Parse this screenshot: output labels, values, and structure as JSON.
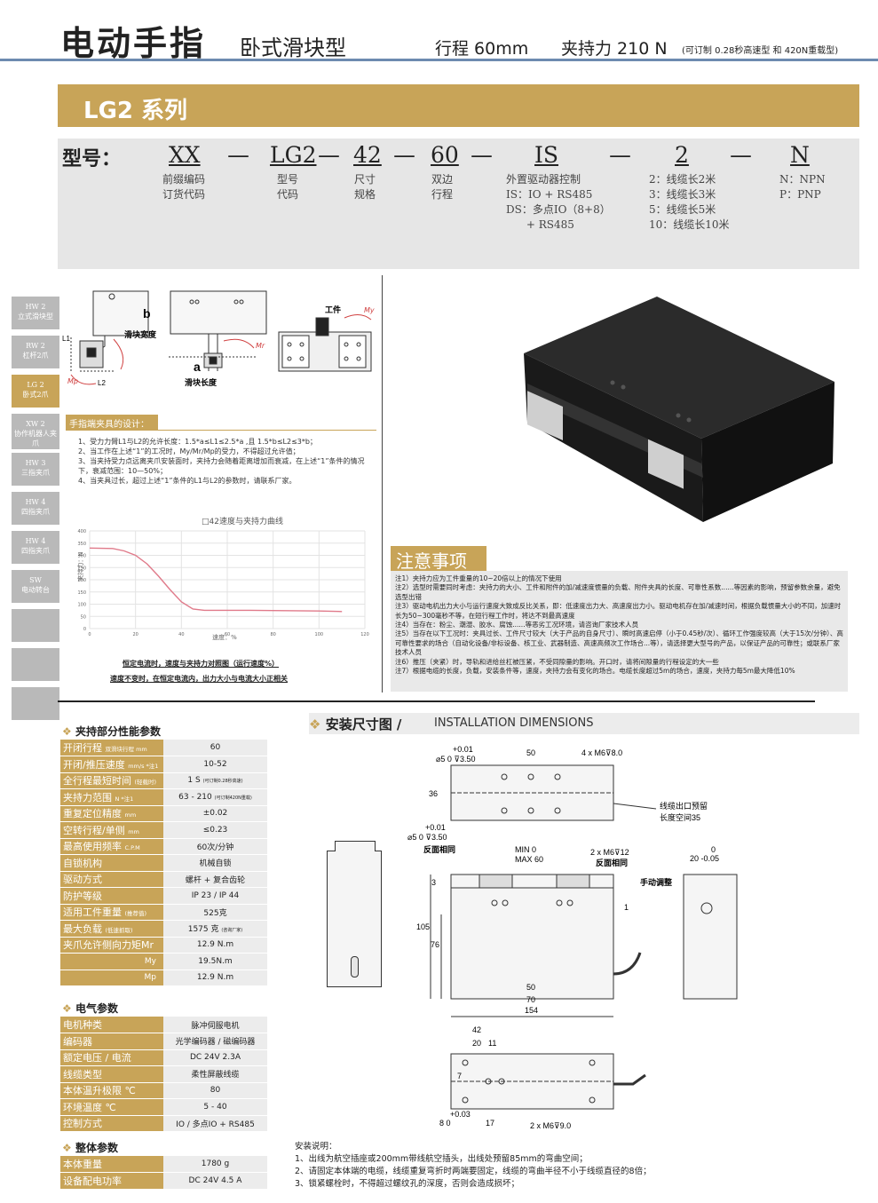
{
  "header": {
    "title": "电动手指",
    "subtitle": "卧式滑块型",
    "stroke": "行程 60mm",
    "force": "夹持力 210 N",
    "note": "(可订制 0.28秒高速型 和 420N重载型)"
  },
  "series": {
    "title": "LG2  系列"
  },
  "model": {
    "label": "型号：",
    "parts": [
      {
        "code": "XX",
        "desc": [
          "前缀编码",
          "订货代码"
        ]
      },
      {
        "code": "LG2",
        "desc": [
          "型号",
          "代码"
        ]
      },
      {
        "code": "42",
        "desc": [
          "尺寸",
          "规格"
        ]
      },
      {
        "code": "60",
        "desc": [
          "双边",
          "行程"
        ]
      },
      {
        "code": "IS",
        "desc": [
          "外置驱动器控制",
          "IS：IO + RS485",
          "DS：多点IO（8+8）",
          "      + RS485"
        ]
      },
      {
        "code": "2",
        "desc": [
          "2：线缆长2米",
          "3：线缆长3米",
          "5：线缆长5米",
          "10：线缆长10米"
        ]
      },
      {
        "code": "N",
        "desc": [
          "N：NPN",
          "P：PNP"
        ]
      }
    ],
    "dash": "—"
  },
  "sidetabs": [
    {
      "code": "HW 2",
      "name": "立式滑块型"
    },
    {
      "code": "RW 2",
      "name": "杠杆2爪"
    },
    {
      "code": "LG 2",
      "name": "卧式2爪",
      "active": true
    },
    {
      "code": "XW 2",
      "name": "协作机器人夹爪"
    },
    {
      "code": "HW 3",
      "name": "三指夹爪"
    },
    {
      "code": "HW 4",
      "name": "四指夹爪"
    },
    {
      "code": "HW 4",
      "name": "四指夹爪"
    },
    {
      "code": "SW",
      "name": "电动转台"
    },
    {
      "code": "",
      "name": ""
    },
    {
      "code": "",
      "name": ""
    },
    {
      "code": "",
      "name": ""
    }
  ],
  "diagram_labels": {
    "b": "b",
    "a": "a",
    "l1": "L1",
    "l2": "L2",
    "mp": "Mp",
    "mr": "Mr",
    "my": "My",
    "slider_width": "滑块宽度",
    "slider_length": "滑块长度",
    "workpiece": "工件"
  },
  "design": {
    "tag": "手指端夹具的设计：",
    "notes": [
      "1、受力力臂L1与L2的允许长度：1.5*a≤L1≤2.5*a ,且 1.5*b≤L2≤3*b；",
      "2、当工作在上述“1”的工况时，My/Mr/Mp的受力，不得超过允许值；",
      "3、当夹持受力点远离夹爪安装面时，夹持力会随着距离增加而衰减，在上述“1”条件的情况下，衰减范围：10—50%；",
      "4、当夹具过长，超过上述“1”条件的L1与L2的参数时，请联系厂家。"
    ]
  },
  "chart_data": {
    "type": "line",
    "title": "□42速度与夹持力曲线",
    "xlabel": "速度：%",
    "ylabel": "夹持力：N",
    "xlim": [
      0,
      120
    ],
    "ylim": [
      0,
      400
    ],
    "xticks": [
      0,
      20,
      40,
      60,
      80,
      100,
      120
    ],
    "yticks": [
      0,
      50,
      100,
      150,
      200,
      250,
      300,
      350,
      400
    ],
    "series": [
      {
        "x": [
          0,
          10,
          15,
          20,
          25,
          30,
          35,
          40,
          45,
          50,
          60,
          70,
          80,
          90,
          100,
          110
        ],
        "y": [
          330,
          328,
          318,
          300,
          265,
          215,
          160,
          110,
          80,
          75,
          75,
          75,
          74,
          73,
          72,
          70
        ]
      }
    ],
    "color": "#e07a8a",
    "grid": true
  },
  "chart_caption": [
    "恒定电流时，速度与夹持力对照图（运行速度%）",
    "速度不变时，在恒定电流内，出力大小与电流大小正相关"
  ],
  "notice": {
    "title": "注意事项",
    "items": [
      "注1）夹持力应为工件重量的10~20倍以上的情况下使用",
      "注2）选型时需要同时考虑：夹持力的大小、工件和附件的加/减速度惯量的负载、附件夹具的长度、可靠性系数......等因素的影响，预留参数余量，避免选型出错",
      "注3）驱动电机出力大小与运行速度大致成反比关系，即：低速度出力大、高速度出力小。驱动电机存在加/减速时间，根据负载惯量大小的不同，加速时长为50~300毫秒不等，在短行程工作时，将达不到最高速度",
      "注4）当存在：粉尘、潮湿、胶水、腐蚀......等恶劣工况环境，请咨询厂家技术人员",
      "注5）当存在以下工况时：夹具过长、工件尺寸较大（大于产品的自身尺寸）、瞬时高速启停（小于0.45秒/次）、循环工作强度较高（大于15次/分钟）、高可靠性要求的场合（自动化设备/非标设备、核工业、武器制造、高速高频次工作场合...等），请选择更大型号的产品，以保证产品的可靠性；或联系厂家技术人员",
      "注6）推压（夹紧）时，导轨和进给丝杠被压紧，不受同隙量的影响。开口时，请将间隙量的行程设定的大一些",
      "注7）根据电缆的长度，负载，安装条件等，速度，夹持力会有变化的场合。电缆长度超过5m的场合，速度，夹持力每5m最大降低10%"
    ]
  },
  "perf": {
    "title": "夹持部分性能参数",
    "rows": [
      {
        "k": "开闭行程",
        "u": "双滑块行程 mm",
        "v": "60"
      },
      {
        "k": "开闭/推压速度",
        "u": "mm/s *注1",
        "v": "10-52"
      },
      {
        "k": "全行程最短时间",
        "u": "(轻载时)",
        "v": "1 S",
        "vu": "(可订制0.28秒高速)"
      },
      {
        "k": "夹持力范围",
        "u": "N *注1",
        "v": "63 - 210",
        "vu": "(可订制420N重载)"
      },
      {
        "k": "重复定位精度",
        "u": "mm",
        "v": "±0.02"
      },
      {
        "k": "空转行程/单侧",
        "u": "mm",
        "v": "≤0.23"
      },
      {
        "k": "最高使用频率",
        "u": "C.P.M",
        "v": "60次/分钟"
      },
      {
        "k": "自锁机构",
        "u": "",
        "v": "机械自锁"
      },
      {
        "k": "驱动方式",
        "u": "",
        "v": "螺杆 + 复合齿轮"
      },
      {
        "k": "防护等级",
        "u": "",
        "v": "IP 23 / IP 44"
      },
      {
        "k": "适用工件重量",
        "u": "(推荐值)",
        "v": "525克"
      },
      {
        "k": "最大负载",
        "u": "(低速抓取)",
        "v": "1575 克",
        "vu": "(咨询厂家)"
      },
      {
        "k": "夹爪允许侧向力矩Mr",
        "u": "",
        "v": "12.9 N.m"
      },
      {
        "k": "",
        "u": "My",
        "v": "19.5N.m"
      },
      {
        "k": "",
        "u": "Mp",
        "v": "12.9 N.m"
      }
    ]
  },
  "elec": {
    "title": "电气参数",
    "rows": [
      {
        "k": "电机种类",
        "v": "脉冲伺服电机"
      },
      {
        "k": "编码器",
        "v": "光学编码器 / 磁编码器"
      },
      {
        "k": "额定电压 / 电流",
        "v": "DC  24V   2.3A"
      },
      {
        "k": "线缆类型",
        "v": "柔性屏蔽线缆"
      },
      {
        "k": "本体温升极限 ℃",
        "v": "80"
      },
      {
        "k": "环境温度 ℃",
        "v": "5 - 40"
      },
      {
        "k": "控制方式",
        "v": "IO / 多点IO  +  RS485"
      }
    ]
  },
  "overall": {
    "title": "整体参数",
    "rows": [
      {
        "k": "本体重量",
        "v": "1780 g"
      },
      {
        "k": "设备配电功率",
        "v": "DC 24V  4.5 A"
      }
    ]
  },
  "install": {
    "title": "安装尺寸图 /",
    "title_en": "INSTALLATION DIMENSIONS",
    "dims": {
      "d1": "+0.01",
      "d1b": "⌀5  0  ⊽3.50",
      "d50": "50",
      "m6a": "4 x M6⊽8.0",
      "d36": "36",
      "cable": "线缆出口预留",
      "cable2": "长度空间35",
      "d2": "+0.01",
      "d2b": "⌀5  0  ⊽3.50",
      "same1": "反面相同",
      "min": "MIN  0",
      "max": "MAX 60",
      "m6b": "2 x M6⊽12",
      "same2": "反面相同",
      "d20": "0",
      "d20b": "20 -0.05",
      "manual": "手动调整",
      "d105": "105",
      "d76": "76",
      "d3": "3",
      "d1r": "1",
      "d50b": "50",
      "d70": "70",
      "d154": "154",
      "d50c": "50",
      "d42": "42",
      "d20c": "20",
      "d11": "11",
      "d7": "7",
      "d003": "+0.03",
      "d8": "8  0",
      "d17": "17",
      "m6c": "2 x M6⊽9.0"
    },
    "notes": [
      "安装说明：",
      "1、出线为航空插座或200mm带线航空插头，出线处预留85mm的弯曲空间；",
      "2、请固定本体端的电缆，线缆重复弯折时两端要固定，线缆的弯曲半径不小于线缆直径的8倍；",
      "3、锁紧螺栓时，不得超过螺纹孔的深度，否则会造成损坏；"
    ]
  },
  "colors": {
    "accent": "#c8a458",
    "header_line": "#6d8bb0",
    "panel": "#e6e6e6"
  }
}
